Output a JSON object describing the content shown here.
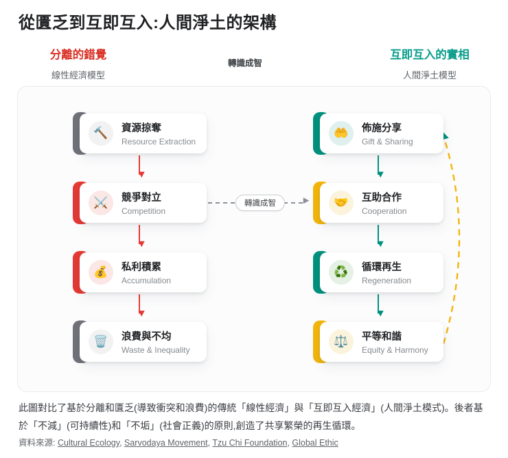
{
  "page": {
    "title": "從匱乏到互即互入:人間淨土的架構"
  },
  "headers": {
    "left": {
      "title": "分離的錯覺",
      "subtitle": "線性經濟模型",
      "color": "#d93025"
    },
    "center": {
      "label": "轉識成智"
    },
    "right": {
      "title": "互即互入的實相",
      "subtitle": "人間淨土模型",
      "color": "#0a9d8a"
    }
  },
  "diagram": {
    "transform_badge": "轉識成智",
    "colors": {
      "red_accent": "#e53935",
      "gray_accent": "#71717a",
      "teal_accent": "#00917e",
      "amber_accent": "#f2b50c",
      "left_flow_arrow": "#e53935",
      "right_flow_arrow": "#00917e",
      "transform_arrow": "#8a8f98",
      "feedback_arrow": "#f2b50c"
    },
    "left_column": {
      "cards": [
        {
          "title": "資源掠奪",
          "subtitle": "Resource Extraction",
          "icon": "🔨",
          "icon_name": "hammer-icon"
        },
        {
          "title": "競爭對立",
          "subtitle": "Competition",
          "icon": "⚔️",
          "icon_name": "crossed-swords-icon"
        },
        {
          "title": "私利積累",
          "subtitle": "Accumulation",
          "icon": "💰",
          "icon_name": "money-bag-icon"
        },
        {
          "title": "浪費與不均",
          "subtitle": "Waste & Inequality",
          "icon": "🗑️",
          "icon_name": "wastebasket-icon"
        }
      ]
    },
    "right_column": {
      "cards": [
        {
          "title": "佈施分享",
          "subtitle": "Gift & Sharing",
          "icon": "🤲",
          "icon_name": "open-hands-icon"
        },
        {
          "title": "互助合作",
          "subtitle": "Cooperation",
          "icon": "🤝",
          "icon_name": "handshake-icon"
        },
        {
          "title": "循環再生",
          "subtitle": "Regeneration",
          "icon": "♻️",
          "icon_name": "recycle-icon"
        },
        {
          "title": "平等和諧",
          "subtitle": "Equity & Harmony",
          "icon": "⚖️",
          "icon_name": "scales-icon"
        }
      ]
    }
  },
  "footer": {
    "description": "此圖對比了基於分離和匱乏(導致衝突和浪費)的傳統「線性經濟」與「互即互入經濟」(人間淨土模式)。後者基於「不減」(可持續性)和「不垢」(社會正義)的原則,創造了共享繁榮的再生循環。",
    "sources_label": "資料來源:",
    "separator": ", ",
    "sources": [
      "Cultural Ecology",
      "Sarvodaya Movement",
      "Tzu Chi Foundation",
      "Global Ethic"
    ]
  }
}
